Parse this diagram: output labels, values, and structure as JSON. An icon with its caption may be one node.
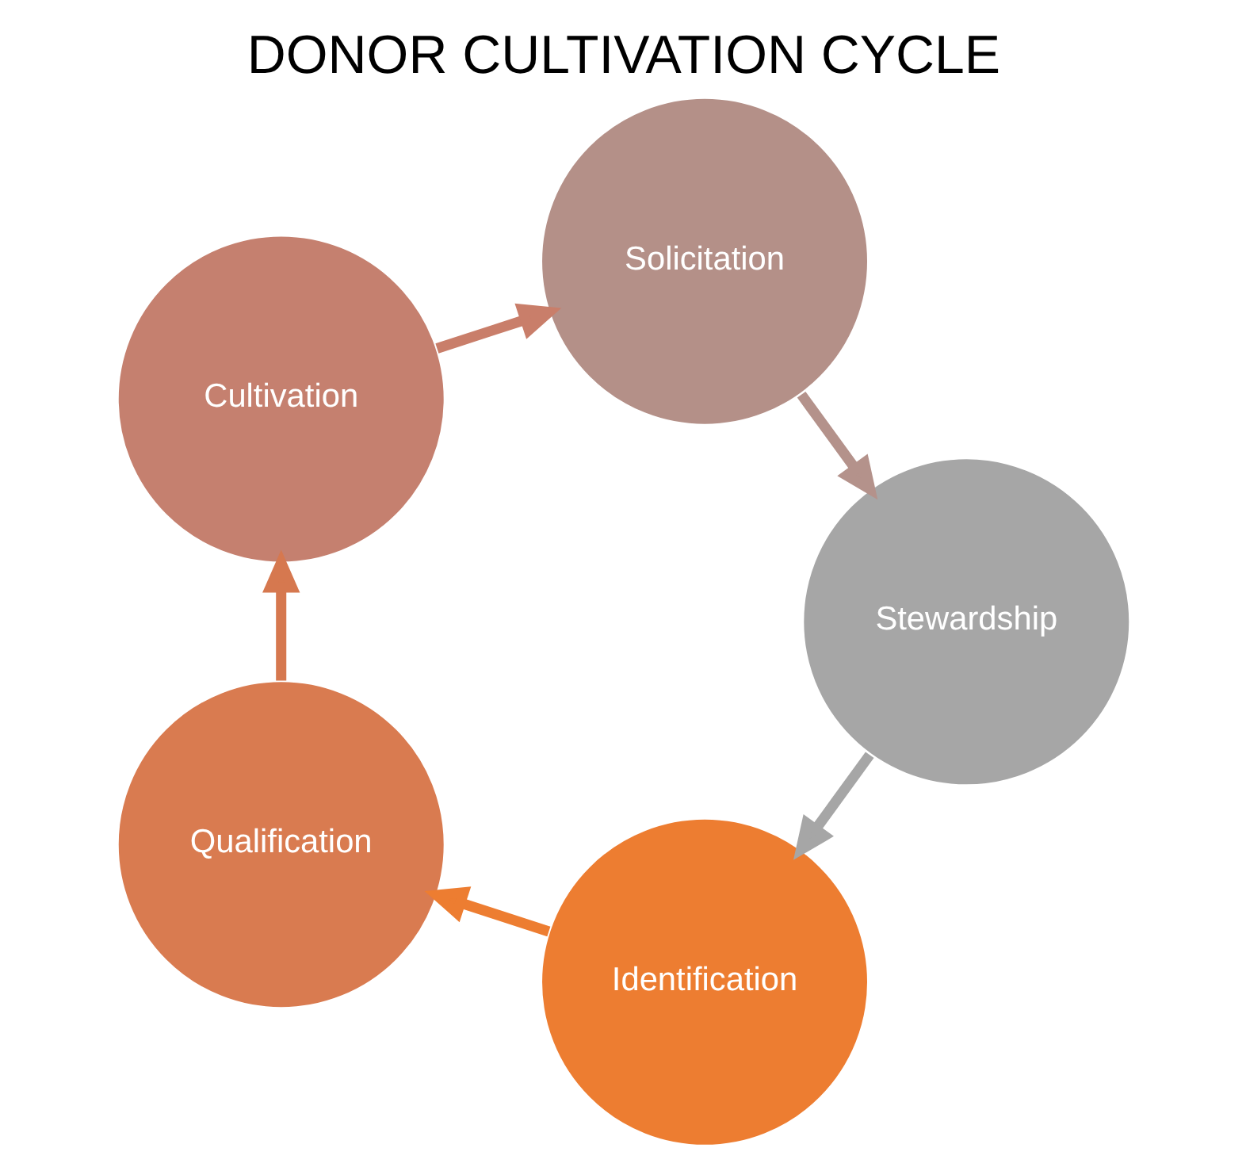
{
  "diagram": {
    "title": "DONOR CULTIVATION CYCLE",
    "nodes": [
      {
        "text": [
          "Identification"
        ]
      },
      {
        "text": [
          "Qualification"
        ]
      },
      {
        "text": [
          "Cultivation"
        ]
      },
      {
        "text": [
          "Solicitation"
        ]
      },
      {
        "text": [
          "Stewardship"
        ]
      }
    ],
    "edges": [
      {
        "from": 0,
        "to": 1,
        "arrow": "to",
        "color": "#ed7d31"
      },
      {
        "from": 1,
        "to": 2,
        "arrow": "to",
        "color": "#d6784f"
      },
      {
        "from": 2,
        "to": 3,
        "arrow": "to",
        "color": "#c97e6a"
      },
      {
        "from": 3,
        "to": 4,
        "arrow": "to",
        "color": "#b4928b"
      },
      {
        "from": 4,
        "to": 0,
        "arrow": "to",
        "color": "#a6a6a6"
      }
    ]
  }
}
